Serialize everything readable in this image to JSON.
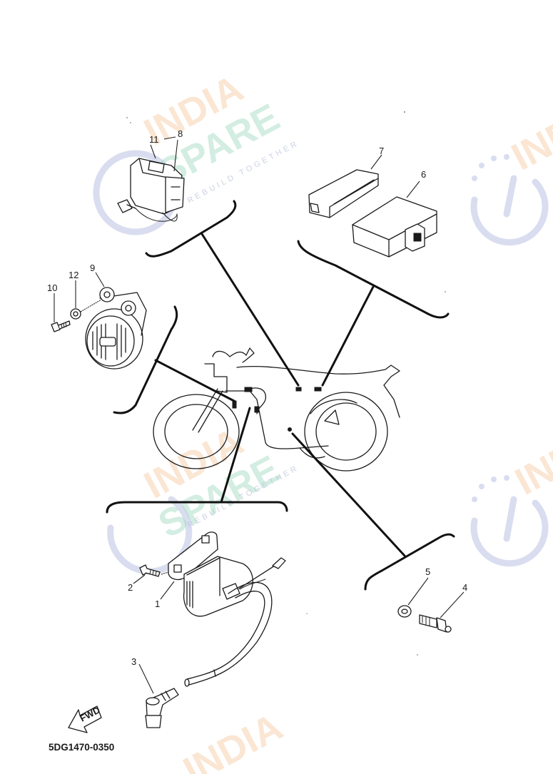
{
  "diagram": {
    "type": "exploded-parts-diagram",
    "subject": "motorcycle electrical components",
    "diagram_code": "5DG1470-0350",
    "direction_indicator": "FWD",
    "callouts": [
      {
        "id": "1",
        "label": "1"
      },
      {
        "id": "2",
        "label": "2"
      },
      {
        "id": "3",
        "label": "3"
      },
      {
        "id": "4",
        "label": "4"
      },
      {
        "id": "5",
        "label": "5"
      },
      {
        "id": "6",
        "label": "6"
      },
      {
        "id": "7",
        "label": "7"
      },
      {
        "id": "8",
        "label": "8"
      },
      {
        "id": "9",
        "label": "9"
      },
      {
        "id": "10",
        "label": "10"
      },
      {
        "id": "11",
        "label": "11"
      },
      {
        "id": "12",
        "label": "12"
      }
    ],
    "groups": [
      {
        "name": "relay-group",
        "callouts": [
          "8",
          "11"
        ]
      },
      {
        "name": "control-unit-group",
        "callouts": [
          "6",
          "7"
        ]
      },
      {
        "name": "horn-group",
        "callouts": [
          "9",
          "10",
          "12"
        ]
      },
      {
        "name": "ignition-coil-group",
        "callouts": [
          "1",
          "2",
          "3"
        ]
      },
      {
        "name": "switch-group",
        "callouts": [
          "4",
          "5"
        ]
      }
    ]
  },
  "watermark": {
    "line1": "INDIA",
    "line2": "SPARE",
    "tagline": "REBUILD TOGETHER",
    "colors": {
      "india": "#f6c9a0",
      "spare": "#9fd8bf",
      "logo": "#c5cbe6"
    }
  }
}
